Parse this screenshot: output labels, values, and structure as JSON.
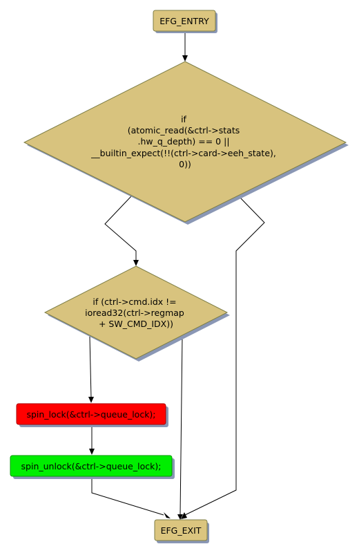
{
  "colors": {
    "terminal": "#dbc57f",
    "decision": "#d8c37e",
    "lock": "#ff0000",
    "unlock": "#00ee00",
    "shadow": "#8a97b5"
  },
  "nodes": {
    "entry": {
      "label": "EFG_ENTRY"
    },
    "decision1": {
      "lines": [
        "if",
        "(atomic_read(&ctrl->stats",
        ".hw_q_depth) == 0 ||",
        "__builtin_expect(!!(ctrl->card->eeh_state),",
        "0))"
      ]
    },
    "decision2": {
      "lines": [
        "if (ctrl->cmd.idx !=",
        "ioread32(ctrl->regmap",
        "+ SW_CMD_IDX))"
      ]
    },
    "spin_lock": {
      "label": "spin_lock(&ctrl->queue_lock);"
    },
    "spin_unlock": {
      "label": "spin_unlock(&ctrl->queue_lock);"
    },
    "exit": {
      "label": "EFG_EXIT"
    }
  }
}
